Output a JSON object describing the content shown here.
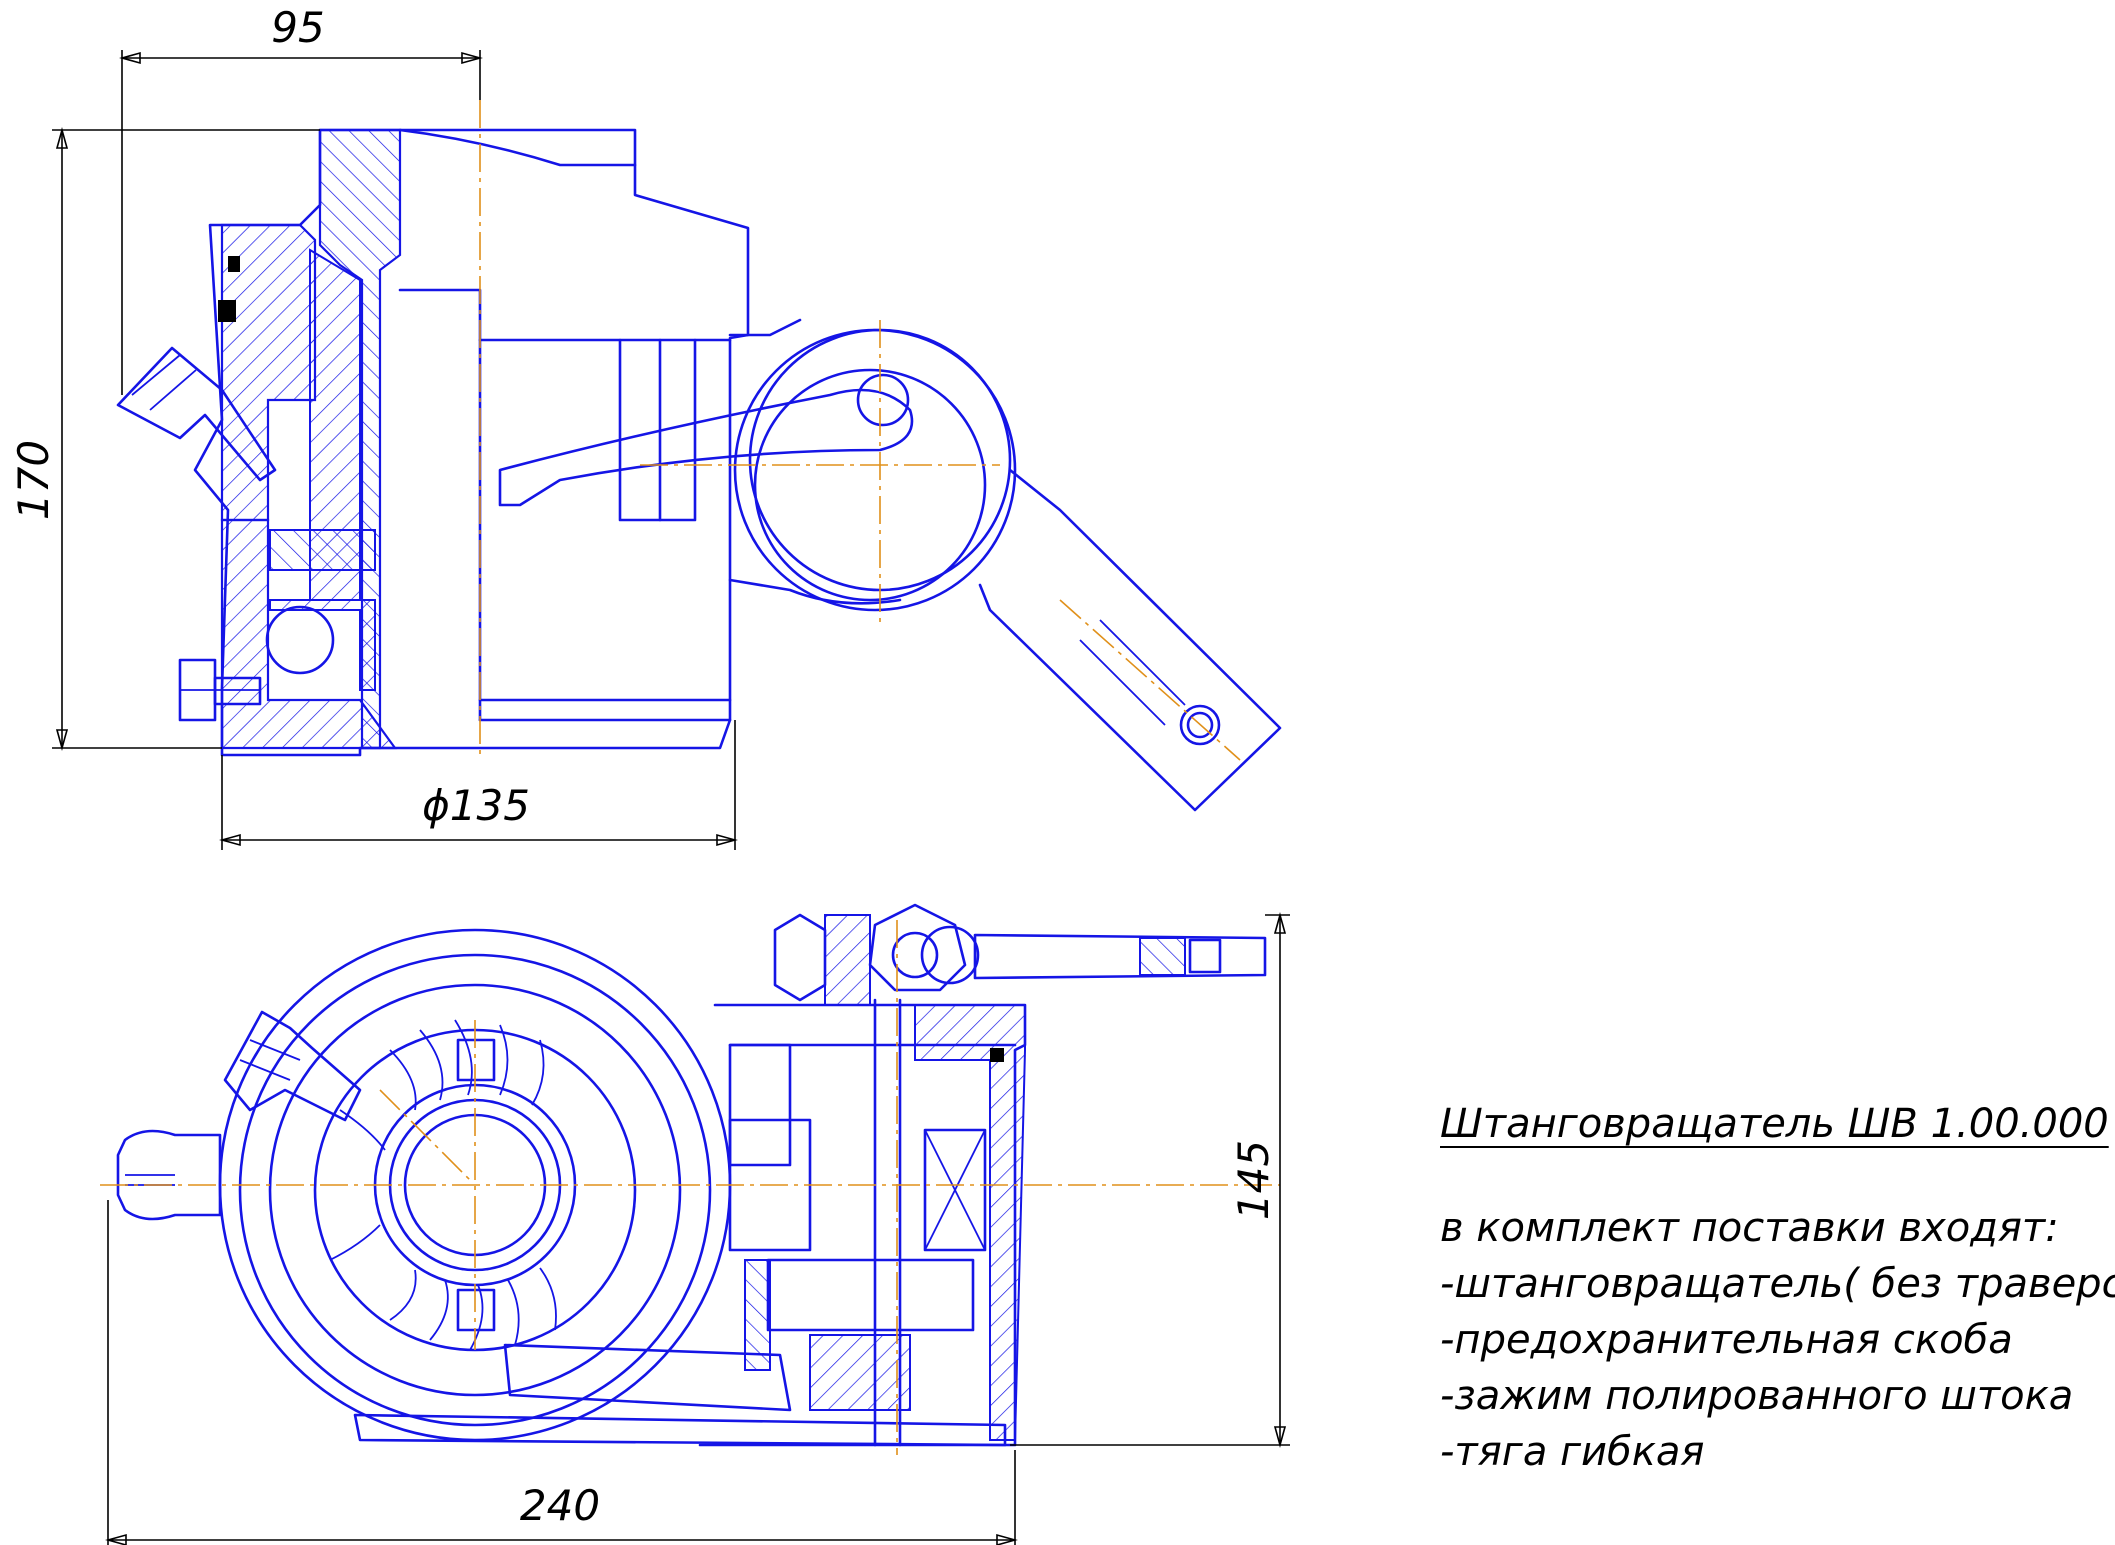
{
  "drawing": {
    "title": "Штанговращатель ШВ 1.00.000",
    "supply_heading": "в комплект поставки входят:",
    "supply_items": [
      "-штанговращатель( без траверсы)",
      "-предохранительная скоба",
      "-зажим полированного штока",
      "-тяга гибкая"
    ],
    "dimensions": {
      "top_width": "95",
      "top_height": "170",
      "top_diameter": "ϕ135",
      "bottom_height": "145",
      "bottom_width": "240"
    },
    "colors": {
      "outline": "#1515e6",
      "axis": "#e0901a",
      "dimension": "#000000"
    }
  }
}
